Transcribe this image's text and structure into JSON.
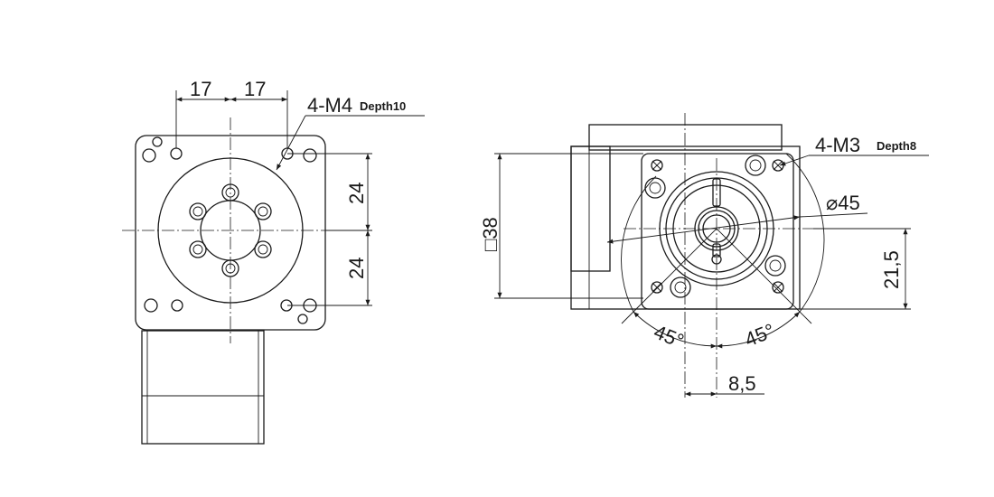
{
  "front_view": {
    "dim_17_left": "17",
    "dim_17_right": "17",
    "thread_callout": "4-M4",
    "thread_depth": "Depth10",
    "dim_24_top": "24",
    "dim_24_bottom": "24"
  },
  "side_view": {
    "thread_callout": "4-M3",
    "thread_depth": "Depth8",
    "diameter": "⌀45",
    "square_size": "□38",
    "dim_21_5": "21,5",
    "angle_left": "45°",
    "angle_right": "45°",
    "dim_8_5": "8,5"
  }
}
